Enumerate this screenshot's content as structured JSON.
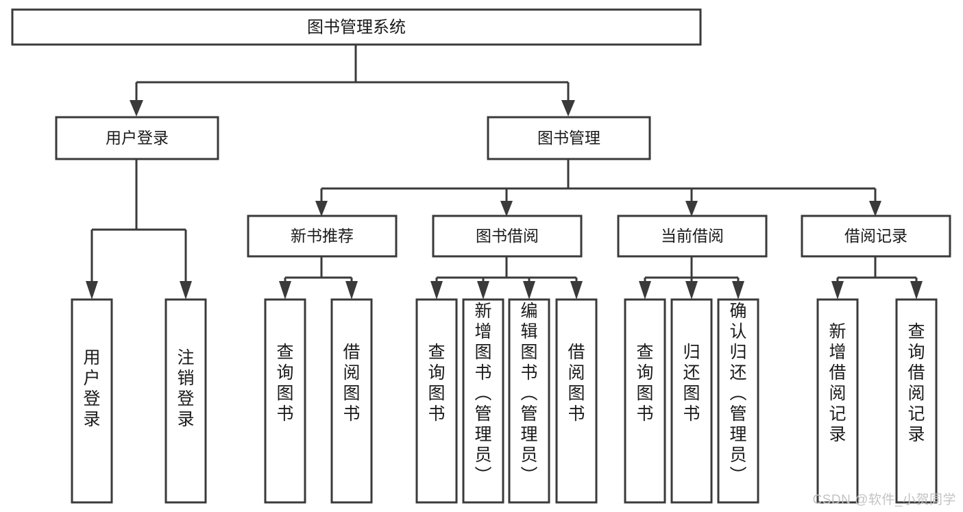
{
  "diagram": {
    "type": "tree-hierarchy",
    "title": "图书管理系统",
    "watermark": "CSDN @软件_小贺同学",
    "colors": {
      "background": "#ffffff",
      "stroke": "#3a3a3a",
      "box_fill": "#ffffff",
      "text": "#1a1a1a",
      "watermark": "#c3c3c3"
    },
    "root": {
      "label": "图书管理系统"
    },
    "level2": [
      {
        "label": "用户登录"
      },
      {
        "label": "图书管理"
      }
    ],
    "level3": [
      {
        "label": "新书推荐"
      },
      {
        "label": "图书借阅"
      },
      {
        "label": "当前借阅"
      },
      {
        "label": "借阅记录"
      }
    ],
    "leaves": {
      "user_login": [
        {
          "label": "用户登录"
        },
        {
          "label": "注销登录"
        }
      ],
      "new_book_recommend": [
        {
          "label": "查询图书"
        },
        {
          "label": "借阅图书"
        }
      ],
      "book_borrow": [
        {
          "label": "查询图书"
        },
        {
          "label": "新增图书（管理员）"
        },
        {
          "label": "编辑图书（管理员）"
        },
        {
          "label": "借阅图书"
        }
      ],
      "current_borrow": [
        {
          "label": "查询图书"
        },
        {
          "label": "归还图书"
        },
        {
          "label": "确认归还（管理员）"
        }
      ],
      "borrow_record": [
        {
          "label": "新增借阅记录"
        },
        {
          "label": "查询借阅记录"
        }
      ]
    }
  }
}
